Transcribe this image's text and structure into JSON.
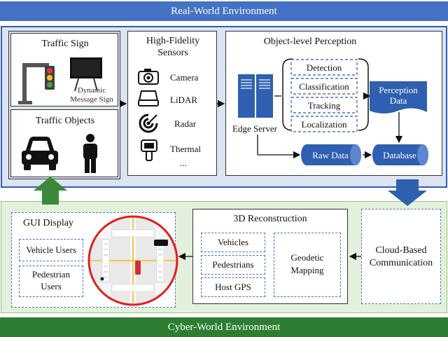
{
  "banners": {
    "real_world": "Real-World Environment",
    "cyber_world": "Cyber-World Environment"
  },
  "colors": {
    "real_banner": "#4472c4",
    "real_bg": "#dce4f2",
    "cyber_banner": "#2e7d32",
    "cyber_bg": "#e3f0dc",
    "blue_shape": "#2f5fb0",
    "green_arrow": "#3a8a3a",
    "red_circle": "#e02020"
  },
  "traffic_sign": {
    "title": "Traffic Sign",
    "dms_line1": "Dynamic",
    "dms_line2": "Message Sign"
  },
  "traffic_objects": {
    "title": "Traffic Objects"
  },
  "sensors": {
    "title_line1": "High-Fidelity",
    "title_line2": "Sensors",
    "items": [
      {
        "label": "Camera",
        "icon": "camera-icon"
      },
      {
        "label": "LiDAR",
        "icon": "lidar-icon"
      },
      {
        "label": "Radar",
        "icon": "radar-icon"
      },
      {
        "label": "Thermal",
        "icon": "thermal-icon"
      }
    ],
    "ellipsis": "..."
  },
  "perception": {
    "title": "Object-level Perception",
    "tasks": [
      "Detection",
      "Classification",
      "Tracking",
      "Localization"
    ],
    "edge_server": "Edge Server",
    "perception_data_line1": "Perception",
    "perception_data_line2": "Data",
    "raw_data": "Raw Data",
    "database": "Database"
  },
  "gui": {
    "title": "GUI Display",
    "vehicle_users": "Vehicle Users",
    "pedestrian_line1": "Pedestrian",
    "pedestrian_line2": "Users"
  },
  "reconstruction": {
    "title": "3D Reconstruction",
    "items": [
      "Vehicles",
      "Pedestrians",
      "Host GPS"
    ],
    "geodetic_line1": "Geodetic",
    "geodetic_line2": "Mapping"
  },
  "cloud": {
    "line1": "Cloud-Based",
    "line2": "Communication"
  }
}
